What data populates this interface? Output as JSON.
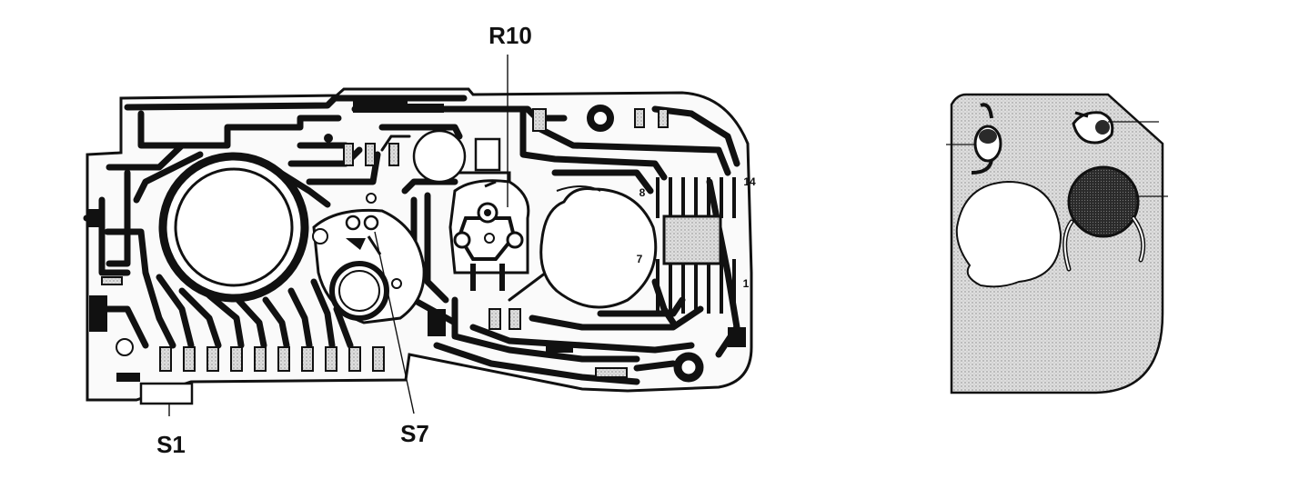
{
  "callouts": {
    "r10": "R10",
    "s1": "S1",
    "s7": "S7"
  },
  "ic_pins": {
    "pin8": "8",
    "pin14": "14",
    "pin7": "7",
    "pin1": "1"
  },
  "colors": {
    "trace": "#111111",
    "pad_fill": "#c8c8c8",
    "board_detail_fill": "#d9d9d9",
    "background": "#ffffff"
  }
}
